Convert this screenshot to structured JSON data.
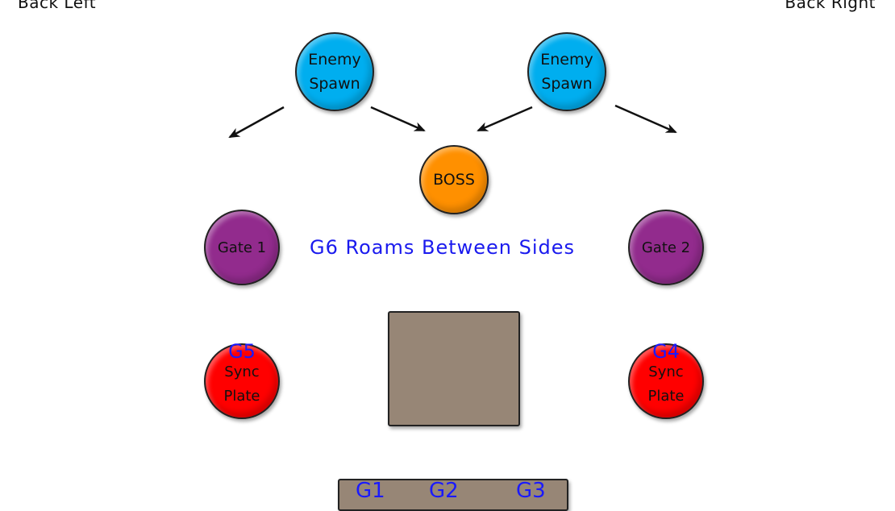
{
  "corners": {
    "left": "Back Left",
    "right": "Back Right"
  },
  "spawns": [
    {
      "line1": "Enemy",
      "line2": "Spawn"
    },
    {
      "line1": "Enemy",
      "line2": "Spawn"
    }
  ],
  "boss": "BOSS",
  "gates": [
    "Gate 1",
    "Gate 2"
  ],
  "roam_text": "G6 Roams Between Sides",
  "plates": [
    {
      "guard": "G5",
      "line1": "Sync",
      "line2": "Plate"
    },
    {
      "guard": "G4",
      "line1": "Sync",
      "line2": "Plate"
    }
  ],
  "bottom_guards": [
    "G1",
    "G2",
    "G3"
  ],
  "colors": {
    "spawn": "#00aeef",
    "boss": "#ff9000",
    "gate": "#922b8d",
    "plate": "#ff0000",
    "block": "#978676",
    "guard_text": "#1a1aff"
  }
}
